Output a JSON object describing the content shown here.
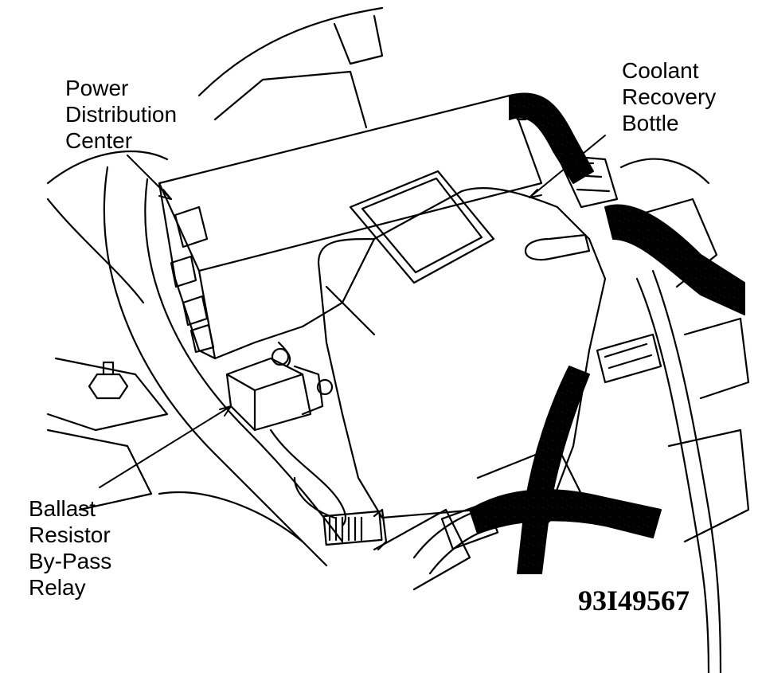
{
  "labels": {
    "power_distribution_center": [
      "Power",
      "Distribution",
      "Center"
    ],
    "coolant_recovery_bottle": [
      "Coolant",
      "Recovery",
      "Bottle"
    ],
    "ballast_resistor_bypass_relay": [
      "Ballast",
      "Resistor",
      "By-Pass",
      "Relay"
    ]
  },
  "figure_id": "93I49567",
  "colors": {
    "ink": "#000000",
    "paper": "#ffffff"
  }
}
